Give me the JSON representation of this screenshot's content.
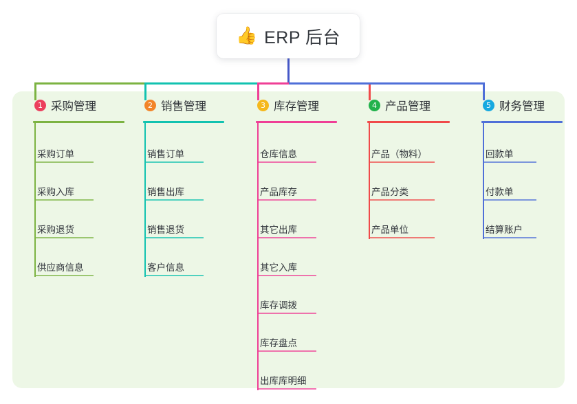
{
  "root": {
    "icon": "thumbs-up-icon",
    "emoji": "👍",
    "title": "ERP 后台"
  },
  "theme": {
    "panel_background": "#edf7e6",
    "page_background": "#ffffff",
    "trunk_color": "#4658c8"
  },
  "columns": [
    {
      "index": "1",
      "title": "采购管理",
      "color": "#7cb342",
      "badge_color": "#ec3f5e",
      "items": [
        "采购订单",
        "采购入库",
        "采购退货",
        "供应商信息"
      ]
    },
    {
      "index": "2",
      "title": "销售管理",
      "color": "#12c2b0",
      "badge_color": "#f2852a",
      "items": [
        "销售订单",
        "销售出库",
        "销售退货",
        "客户信息"
      ]
    },
    {
      "index": "3",
      "title": "库存管理",
      "color": "#ef3f96",
      "badge_color": "#f5b81c",
      "items": [
        "仓库信息",
        "产品库存",
        "其它出库",
        "其它入库",
        "库存调拨",
        "库存盘点",
        "出库库明细"
      ]
    },
    {
      "index": "4",
      "title": "产品管理",
      "color": "#f04a4a",
      "badge_color": "#22b24c",
      "items": [
        "产品（物料）",
        "产品分类",
        "产品单位"
      ]
    },
    {
      "index": "5",
      "title": "财务管理",
      "color": "#4f6fd8",
      "badge_color": "#17a9e0",
      "items": [
        "回款单",
        "付款单",
        "结算账户"
      ]
    }
  ]
}
